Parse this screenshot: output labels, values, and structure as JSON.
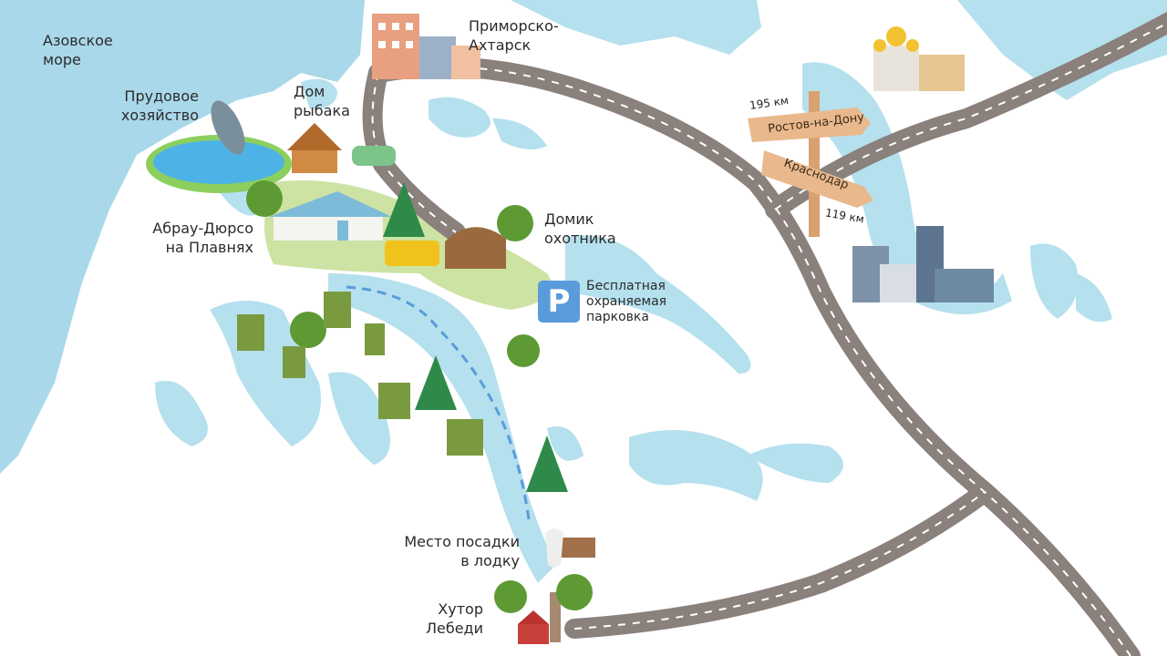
{
  "labels": {
    "sea": [
      "Азовское",
      "море"
    ],
    "pond_farm": [
      "Прудовое",
      "хозяйство"
    ],
    "fisher_house": [
      "Дом",
      "рыбака"
    ],
    "town": [
      "Приморско-",
      "Ахтарск"
    ],
    "resort": [
      "Абрау-Дюрсо",
      "на Плавнях"
    ],
    "hunter_house": [
      "Домик",
      "охотника"
    ],
    "boat_place": [
      "Место посадки",
      "в лодку"
    ],
    "farmstead": [
      "Хутор",
      "Лебеди"
    ]
  },
  "parking": {
    "icon": "P",
    "text": [
      "Бесплатная",
      "охраняемая",
      "парковка"
    ]
  },
  "signpost": {
    "rostov": {
      "label": "Ростов-на-Дону",
      "distance": "195 км"
    },
    "krasnodar": {
      "label": "Краснодар",
      "distance": "119 км"
    }
  },
  "colors": {
    "water": "#b5e0ee",
    "sea": "#a9d8ea",
    "road": "#8a807c",
    "land": "#cde3a4",
    "parking": "#5a9bdc",
    "wood": "#e9b88c"
  }
}
